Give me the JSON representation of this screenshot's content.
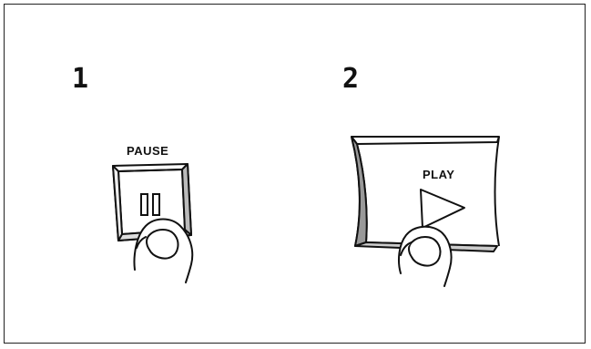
{
  "steps": [
    {
      "number": "1",
      "button_label": "PAUSE",
      "icon": "pause-icon"
    },
    {
      "number": "2",
      "button_label": "PLAY",
      "icon": "play-triangle-icon"
    }
  ],
  "colors": {
    "ink": "#111111",
    "background": "#ffffff"
  }
}
